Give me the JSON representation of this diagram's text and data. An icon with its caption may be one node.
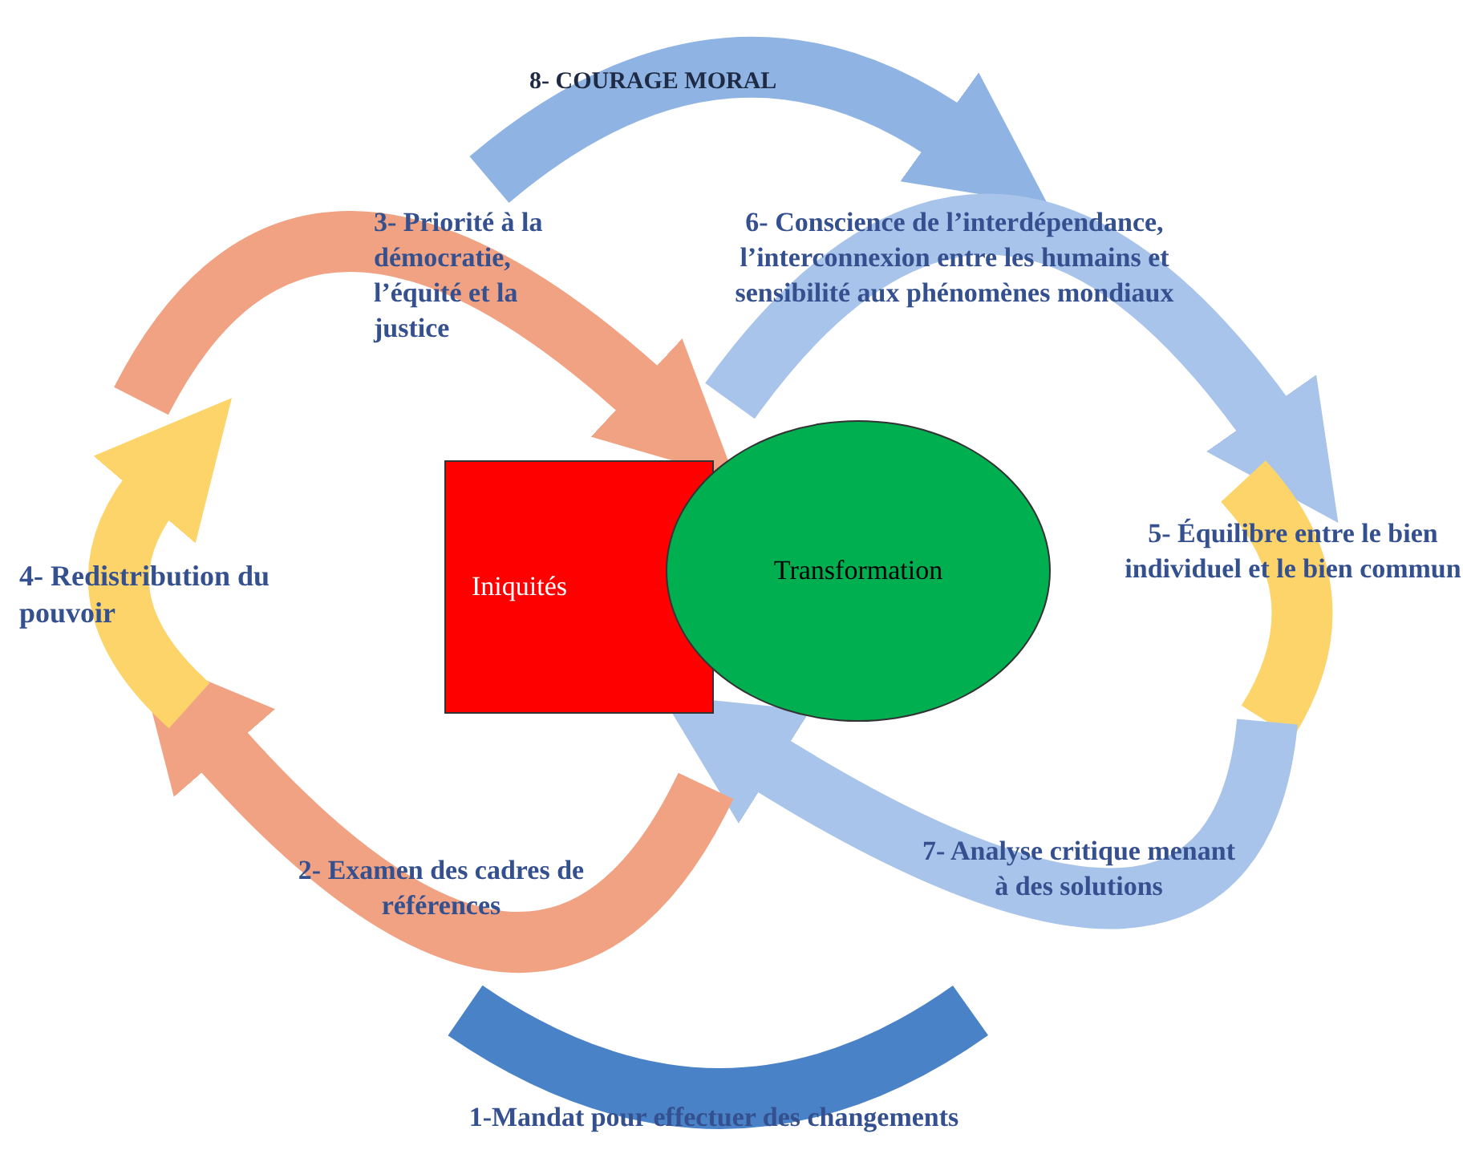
{
  "diagram": {
    "nodes": [
      {
        "text": [
          "Iniquités"
        ]
      },
      {
        "text": [
          "Transformation"
        ]
      }
    ],
    "labels": [
      "8- COURAGE MORAL",
      "3- Priorité à la démocratie, l’équité et la justice",
      "6- Conscience de l’interdépendance, l’interconnexion entre les humains et sensibilité aux phénomènes mondiaux",
      "4- Redistribution du pouvoir",
      "5- Équilibre entre le bien individuel et le bien commun",
      "7- Analyse critique menant à des solutions",
      "2- Examen des cadres de références",
      "1-Mandat pour effectuer des changements"
    ]
  }
}
